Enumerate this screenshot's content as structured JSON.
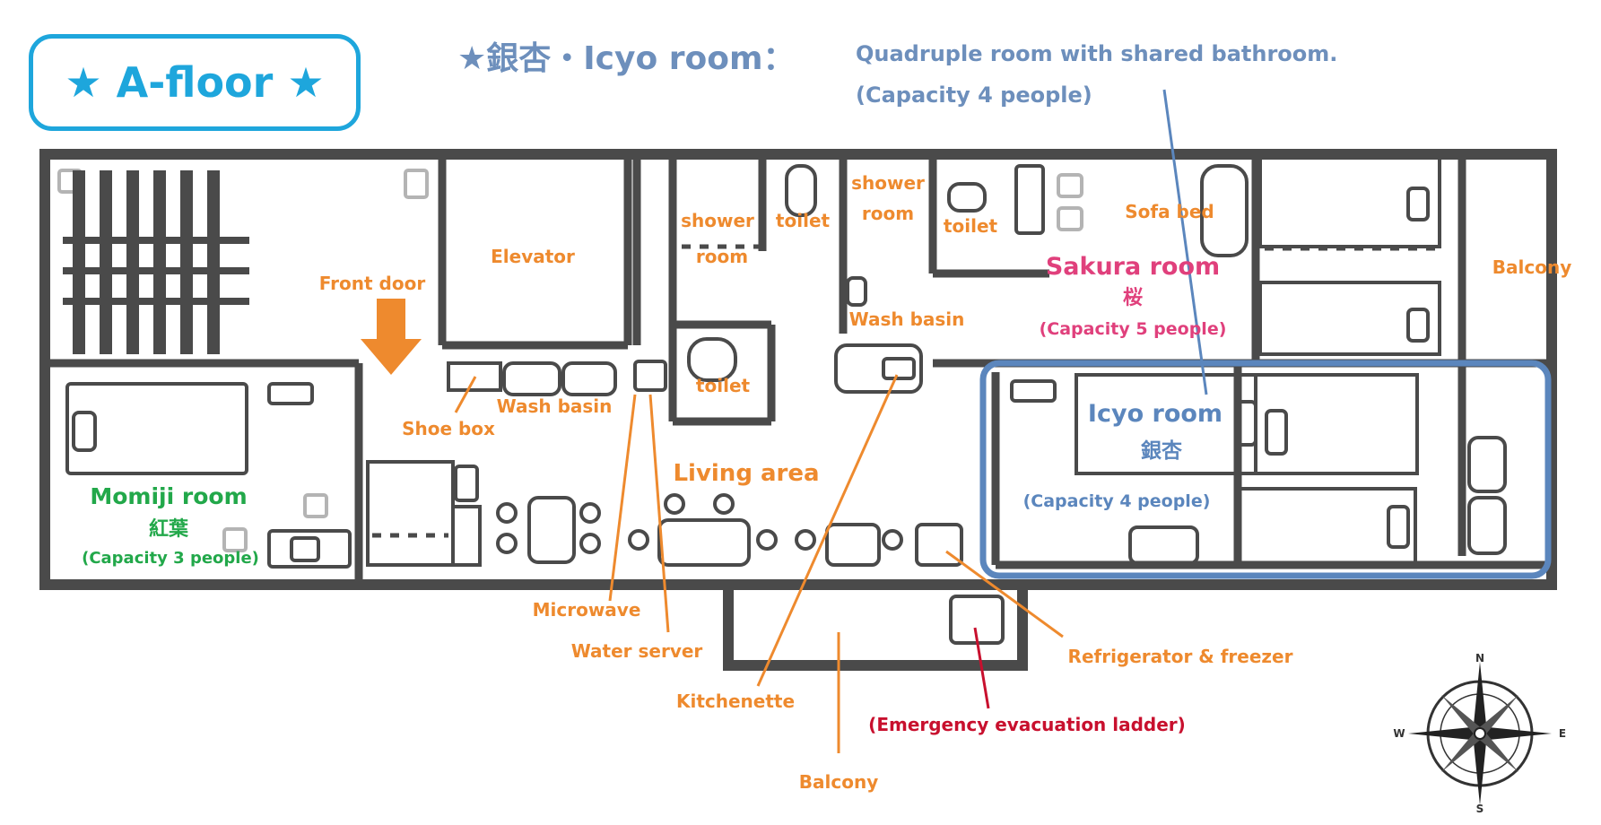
{
  "floor_badge": "★ A-floor ★",
  "header": {
    "title": "★銀杏・Icyo room：",
    "description": "Quadruple room with shared bathroom.",
    "capacity": "(Capacity 4 people)"
  },
  "rooms": {
    "momiji": {
      "name": "Momiji room",
      "kanji": "紅葉",
      "capacity": "(Capacity 3 people)"
    },
    "sakura": {
      "name": "Sakura room",
      "kanji": "桜",
      "capacity": "(Capacity 5 people)"
    },
    "icyo": {
      "name": "Icyo room",
      "kanji": "銀杏",
      "capacity": "(Capacity 4 people)"
    }
  },
  "labels": {
    "elevator": "Elevator",
    "front_door": "Front door",
    "shoe_box": "Shoe box",
    "wash_basin_1": "Wash basin",
    "wash_basin_2": "Wash basin",
    "shower_room_1_line1": "shower",
    "shower_room_1_line2": "room",
    "shower_room_2_line1": "shower",
    "shower_room_2_line2": "room",
    "toilet_1": "toilet",
    "toilet_2": "toilet",
    "toilet_3": "toilet",
    "sofa_bed": "Sofa bed",
    "balcony_east": "Balcony",
    "balcony_south": "Balcony",
    "living_area": "Living area",
    "microwave": "Microwave",
    "water_server": "Water server",
    "kitchenette": "Kitchenette",
    "refrigerator": "Refrigerator & freezer",
    "emergency_ladder": "(Emergency evacuation ladder)"
  },
  "compass": {
    "n": "N",
    "s": "S",
    "e": "E",
    "w": "W"
  },
  "colors": {
    "wall": "#4a4a4a",
    "label_orange": "#ee8a2e",
    "momiji_green": "#22a84a",
    "sakura_pink": "#e0407c",
    "icyo_blue": "#5b86bd",
    "badge_blue": "#1ea6dc",
    "emergency_red": "#c8102e"
  }
}
